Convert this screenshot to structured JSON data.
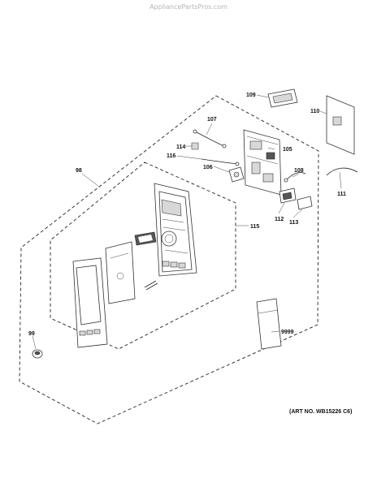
{
  "watermark": "AppliancePartsPros.com",
  "art_number": "(ART NO. WB15226 C6)",
  "callouts": {
    "c109": "109",
    "c110": "110",
    "c107": "107",
    "c105": "105",
    "c114": "114",
    "c116": "116",
    "c106": "106",
    "c108": "108",
    "c98": "98",
    "c111": "111",
    "c112": "112",
    "c113": "113",
    "c115": "115",
    "c99": "99",
    "c9999": "9999"
  }
}
